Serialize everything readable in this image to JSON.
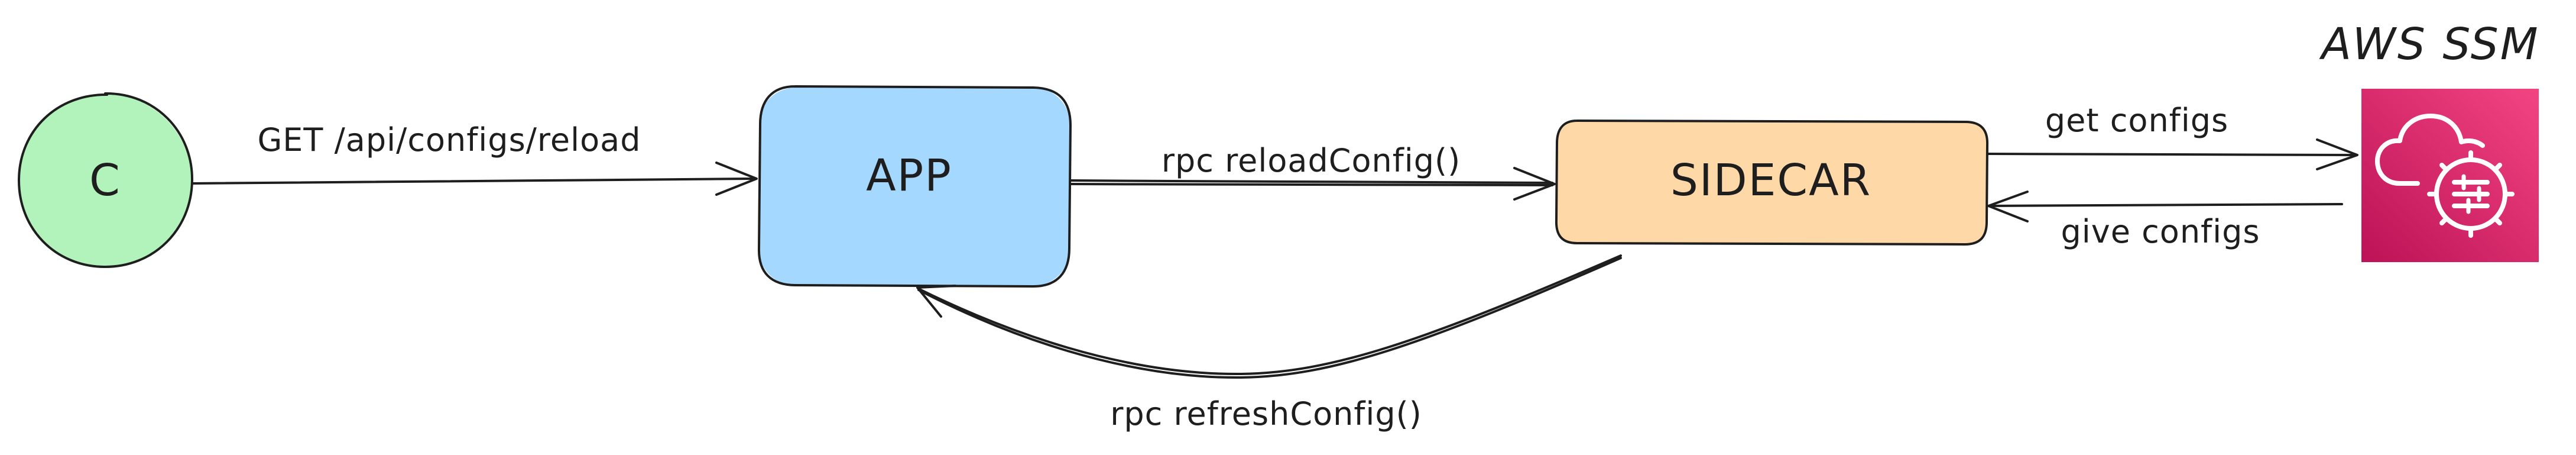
{
  "nodes": {
    "client": {
      "label": "C",
      "fill": "#b2f2bb"
    },
    "app": {
      "label": "APP",
      "fill": "#a5d8ff"
    },
    "sidecar": {
      "label": "SIDECAR",
      "fill": "#ffd8a8"
    },
    "aws": {
      "title": "AWS SSM",
      "icon": "systems-manager-icon",
      "fill": "#e7157b"
    }
  },
  "edges": {
    "client_to_app": "GET /api/configs/reload",
    "app_to_sidecar": "rpc reloadConfig()",
    "sidecar_to_aws": "get configs",
    "aws_to_sidecar": "give configs",
    "sidecar_to_app": "rpc refreshConfig()"
  },
  "colors": {
    "stroke": "#1e1e1e",
    "background": "#ffffff"
  }
}
